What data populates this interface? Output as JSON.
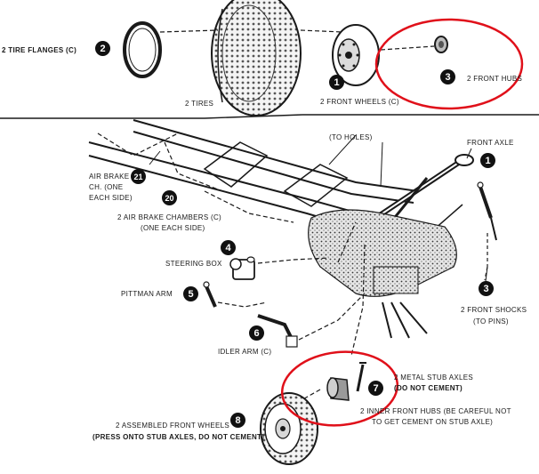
{
  "header": {
    "tire_flanges": "2 TIRE FLANGES (C)",
    "tires": "2 TIRES",
    "front_wheels": "2 FRONT WHEELS (C)",
    "front_hubs": "2 FRONT HUBS"
  },
  "labels": {
    "to_holes": "(To Holes)",
    "front_axle": "FRONT AXLE",
    "air_brake_line1": "AIR BRAKE",
    "air_brake_line2": "CH. (One",
    "air_brake_line3": "Each Side)",
    "air_brake_chambers": "2 AIR BRAKE CHAMBERS (C)",
    "one_each_side": "(One Each Side)",
    "steering_box": "STEERING BOX",
    "pittman_arm": "PITTMAN ARM",
    "front_shocks": "2 FRONT SHOCKS",
    "to_pins": "(To Pins)",
    "idler_arm": "IDLER ARM (C)",
    "metal_stub_axles": "2 METAL STUB AXLES",
    "do_not_cement": "(DO NOT CEMENT)",
    "inner_hubs_line1": "2 INNER FRONT HUBS (Be careful not",
    "inner_hubs_line2": "to get Cement on Stub Axle)",
    "assembled_line1": "2 ASSEMBLED FRONT WHEELS",
    "assembled_line2": "(Press onto Stub Axles, DO NOT CEMENT)"
  },
  "badges": {
    "b_flanges": "2",
    "b_wheels": "1",
    "b_hubs": "3",
    "b_axle": "1",
    "b_21": "21",
    "b_20": "20",
    "b_steering": "4",
    "b_pittman": "5",
    "b_shocks": "3",
    "b_idler": "6",
    "b_stub": "7",
    "b_assembled": "8"
  },
  "colors": {
    "ink": "#1a1a1a",
    "highlight": "#e0101a"
  }
}
